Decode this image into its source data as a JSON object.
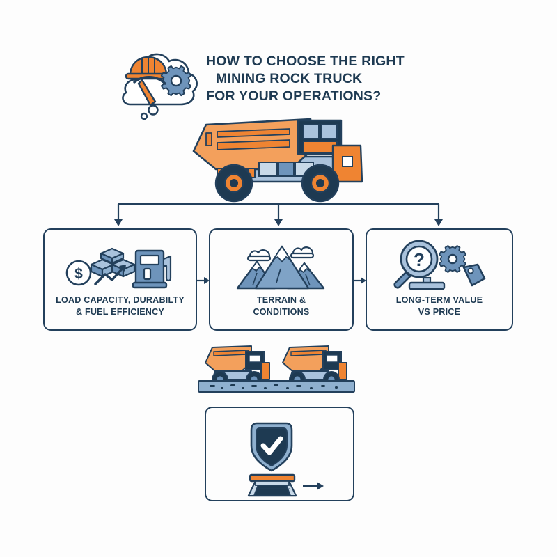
{
  "title": {
    "line1": "HOW TO CHOOSE THE RIGHT",
    "line2": "MINING ROCK TRUCK",
    "line3": "FOR YOUR OPERATIONS?"
  },
  "colors": {
    "navy": "#23405c",
    "navy_dark": "#1e3a52",
    "orange": "#ef8432",
    "orange_light": "#f3a05c",
    "blue_mid": "#6e94bb",
    "blue_light": "#a9c2dc",
    "blue_pale": "#c8d9e8",
    "background": "#fdfdfd",
    "white": "#ffffff"
  },
  "header_icon": {
    "name": "thought-bubble-cluster",
    "parts": [
      "hard-hat-icon",
      "gear-icon",
      "pickaxe-icon",
      "thought-cloud"
    ]
  },
  "hero": {
    "name": "mining-rock-truck-illustration"
  },
  "cards": [
    {
      "id": "load-capacity",
      "label_line1": "LOAD CAPACITY, DURABILTY",
      "label_line2": "& FUEL EFFICIENCY",
      "icons": [
        "dollar-coin-icon",
        "stacked-crates-icon",
        "growth-arrow-icon",
        "fuel-pump-icon"
      ]
    },
    {
      "id": "terrain-conditions",
      "label_line1": "TERRAIN &",
      "label_line2": "CONDITIONS",
      "icons": [
        "mountains-icon",
        "cloud-icon"
      ]
    },
    {
      "id": "long-term-value",
      "label_line1": "LONG-TERM VALUE",
      "label_line2": "VS PRICE",
      "icons": [
        "magnifier-question-icon",
        "gear-icon",
        "price-tag-icon",
        "platform-icon"
      ]
    },
    {
      "id": "reliability-check",
      "label_line1": "",
      "label_line2": "",
      "icons": [
        "shield-check-icon",
        "crusher-icon",
        "arrow-right-icon"
      ]
    }
  ],
  "fleet": {
    "name": "two-trucks-on-haul-road",
    "truck_count": 2
  },
  "connectors": {
    "branch_arrows": 3,
    "between_card_arrows": 2
  }
}
